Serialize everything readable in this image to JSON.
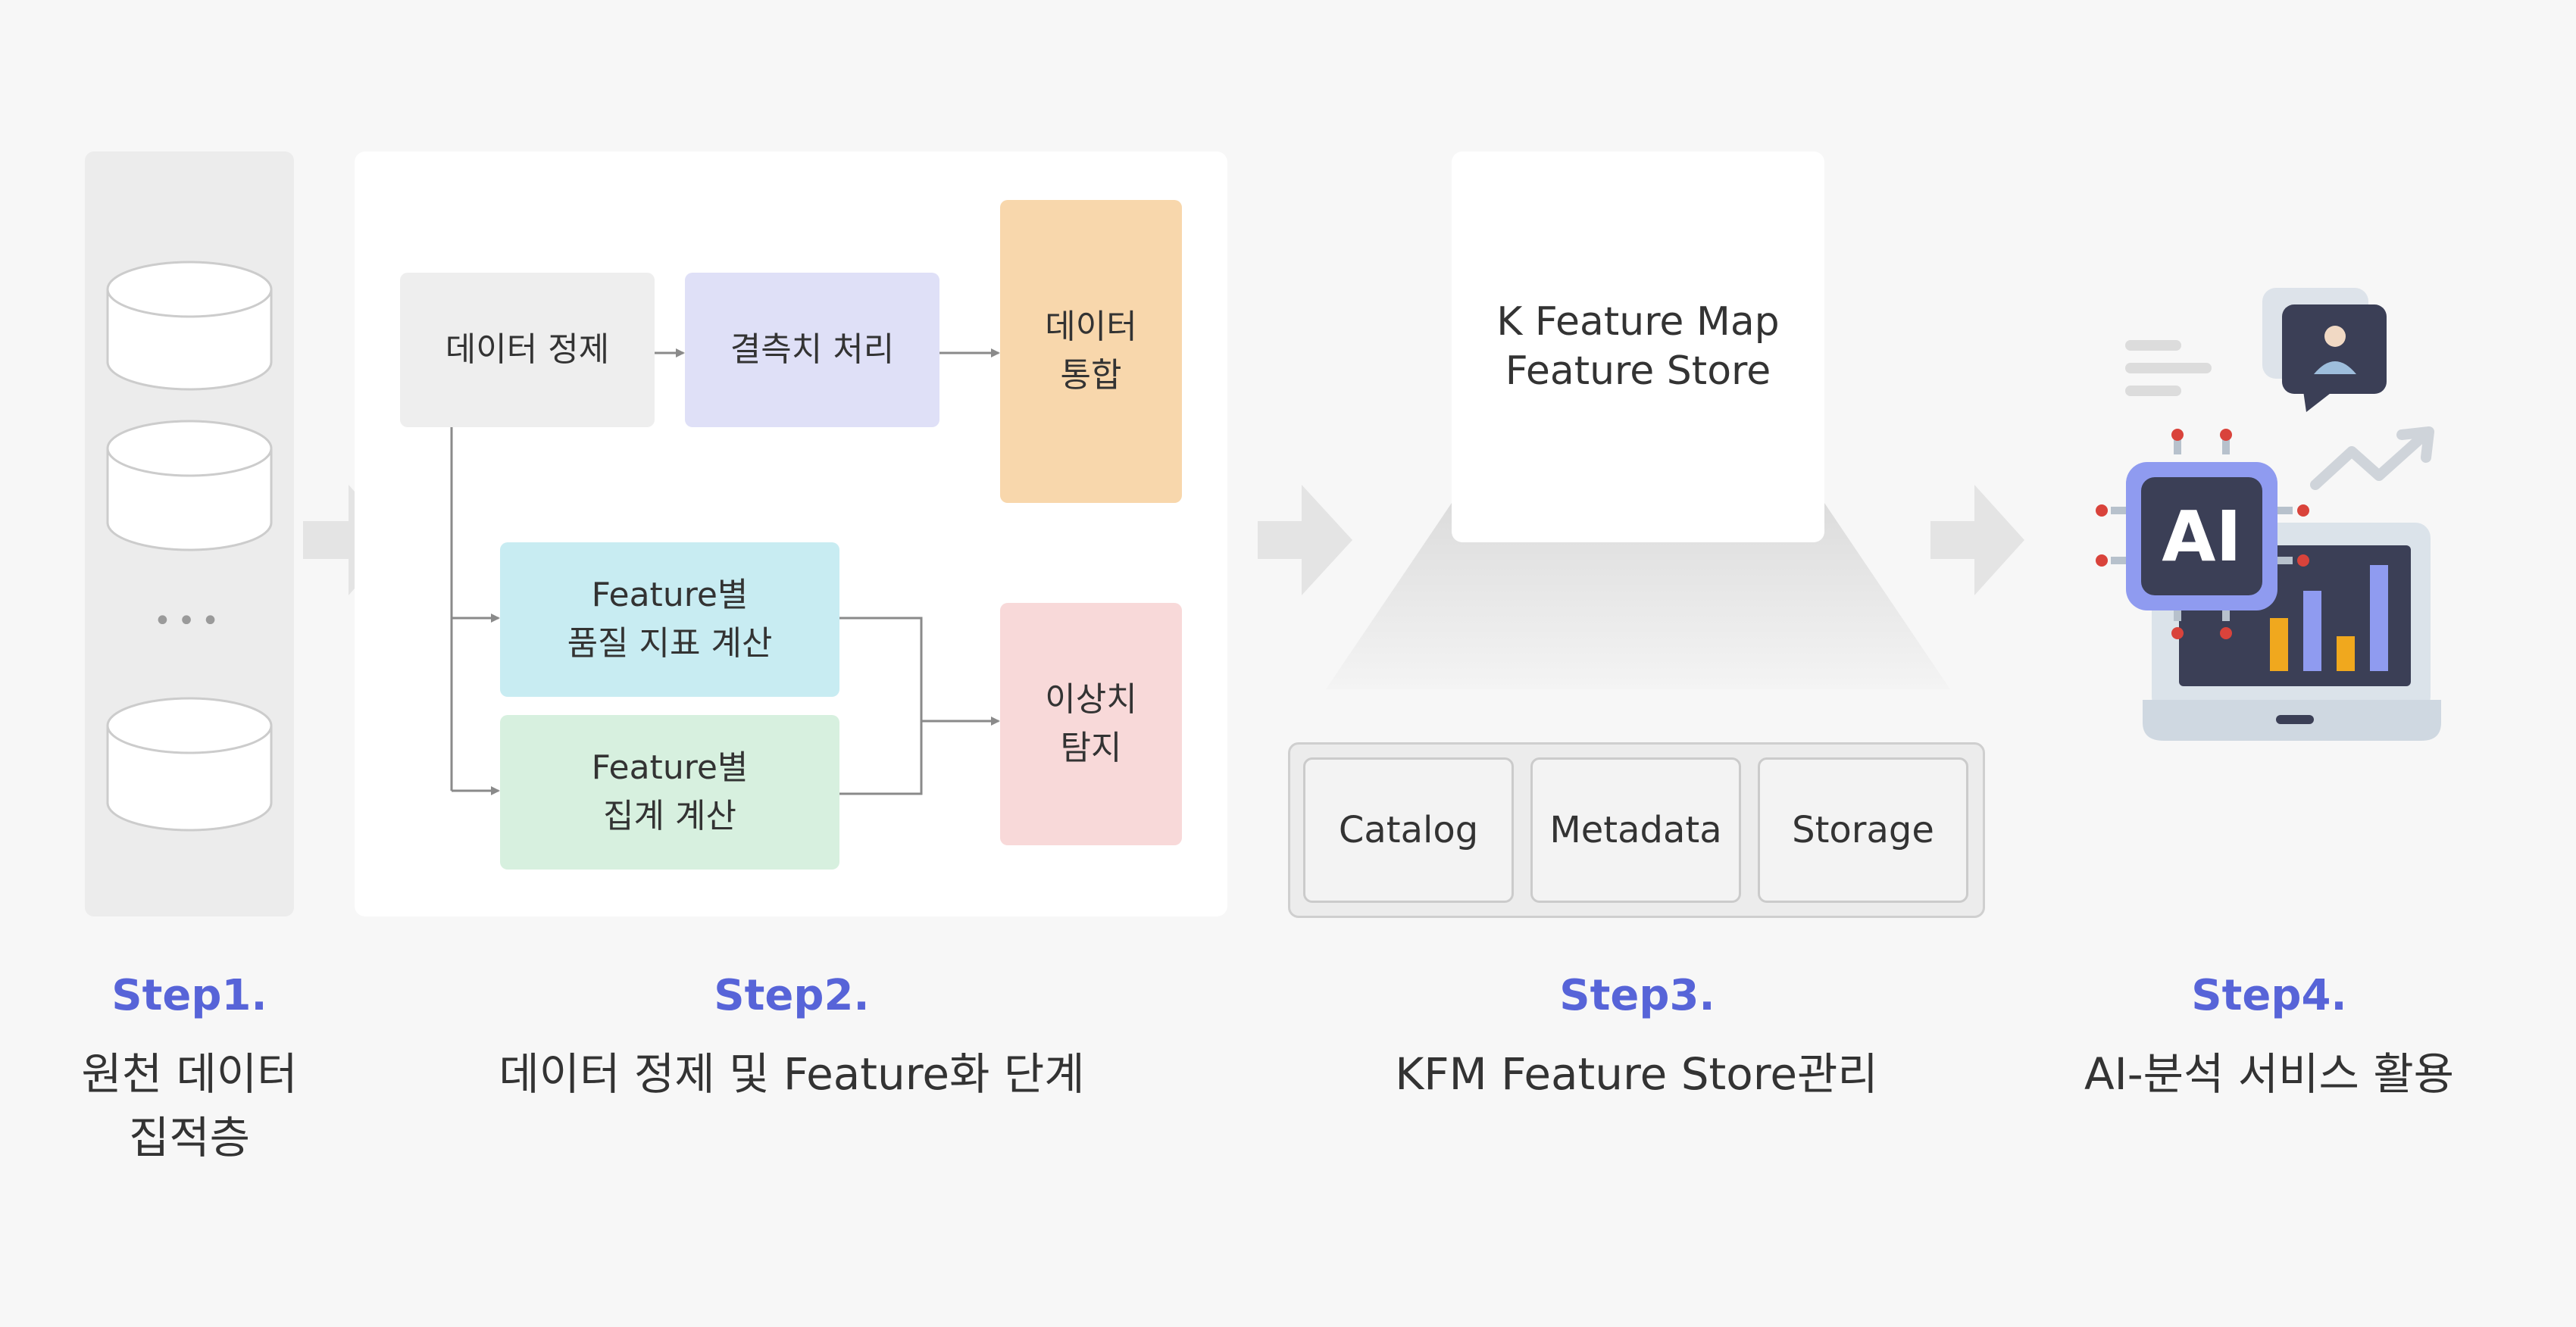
{
  "step1": {
    "label": "Step1.",
    "desc_line1": "원천 데이터",
    "desc_line2": "집적층",
    "ellipsis": "•••"
  },
  "step2": {
    "label": "Step2.",
    "desc": "데이터 정제 및 Feature화 단계",
    "box_cleaning": "데이터 정제",
    "box_missing": "결측치 처리",
    "box_integration_l1": "데이터",
    "box_integration_l2": "통합",
    "box_quality_l1": "Feature별",
    "box_quality_l2": "품질 지표 계산",
    "box_aggregate_l1": "Feature별",
    "box_aggregate_l2": "집계 계산",
    "box_anomaly_l1": "이상치",
    "box_anomaly_l2": "탐지"
  },
  "step3": {
    "label": "Step3.",
    "desc": "KFM Feature Store관리",
    "store_l1": "K Feature Map",
    "store_l2": "Feature Store",
    "catalog": "Catalog",
    "metadata": "Metadata",
    "storage": "Storage"
  },
  "step4": {
    "label": "Step4.",
    "desc": "AI-분석 서비스 활용",
    "chip_text": "AI"
  },
  "colors": {
    "step_label": "#5764d8",
    "box_cleaning": "#eeeeee",
    "box_missing": "#dfe0f7",
    "box_integration": "#f8d7ac",
    "box_quality": "#c8ecf2",
    "box_aggregate": "#d7f0df",
    "box_anomaly": "#f8d9d9"
  }
}
